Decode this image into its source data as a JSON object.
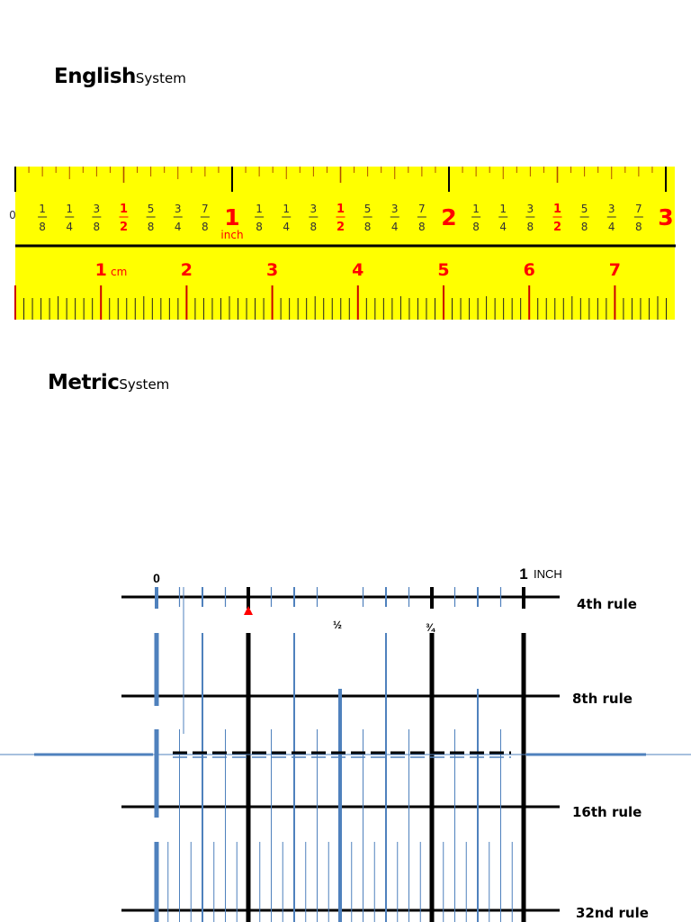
{
  "headings": {
    "english": {
      "big": "English",
      "small": "System"
    },
    "metric": {
      "big": "Metric",
      "small": "System"
    }
  },
  "tape": {
    "colors": {
      "background": "#ffff00",
      "tick": "#b05000",
      "label_red": "#ff0000",
      "fraction": "#333333",
      "line": "#000000",
      "cm_tick": "#cc0000"
    },
    "inch_start_label": "0",
    "inch_unit": "inch",
    "inch_labels": [
      "1/8",
      "1/4",
      "3/8",
      "1/2",
      "5/8",
      "3/4",
      "7/8",
      "1",
      "1/8",
      "1/4",
      "3/8",
      "1/2",
      "5/8",
      "3/4",
      "7/8",
      "2",
      "1/8",
      "1/4",
      "3/8",
      "1/2",
      "5/8",
      "3/4",
      "7/8",
      "3"
    ],
    "cm_unit": "cm",
    "cm_labels": [
      "1",
      "2",
      "3",
      "4",
      "5",
      "6",
      "7"
    ]
  },
  "rules_diagram": {
    "colors": {
      "black": "#000000",
      "blue": "#4f81bd",
      "marker": "#ff0000"
    },
    "zero_label": "0",
    "one_label": "1",
    "inch_label": "INCH",
    "half_label": "½",
    "three_quarter_label": "¾",
    "rule_labels": [
      "4th rule",
      "8th rule",
      "16th rule",
      "32nd rule"
    ]
  }
}
